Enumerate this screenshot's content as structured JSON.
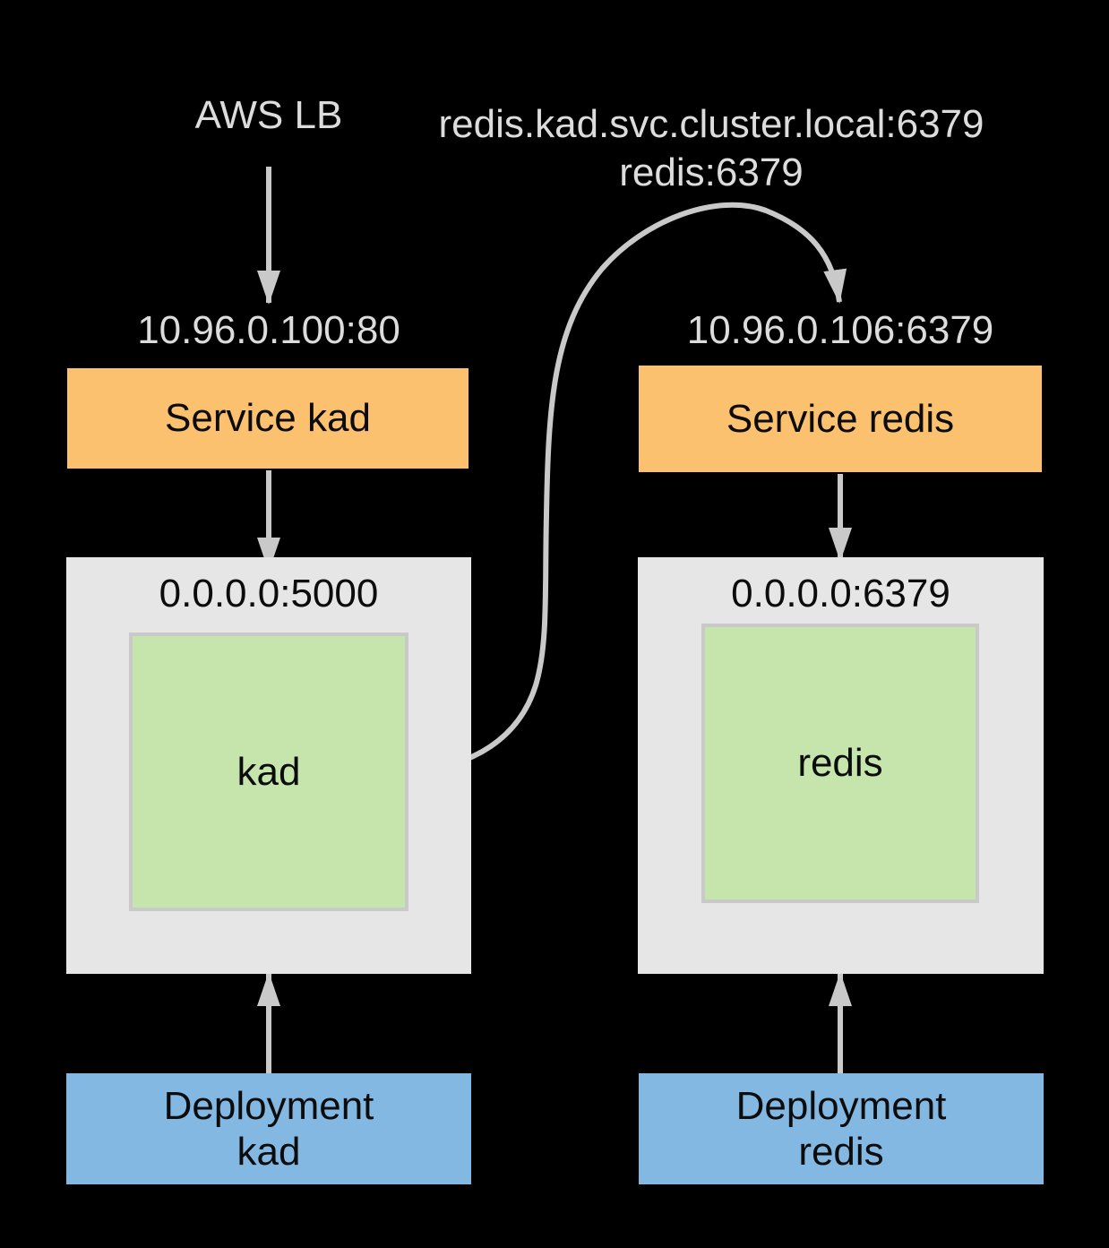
{
  "diagram": {
    "title_node": "AWS LB",
    "dns_label": {
      "line1": "redis.kad.svc.cluster.local:6379",
      "line2": "redis:6379"
    },
    "left_column": {
      "service_ip": "10.96.0.100:80",
      "service_label": "Service kad",
      "pod_bind": "0.0.0.0:5000",
      "container_label": "kad",
      "deployment_line1": "Deployment",
      "deployment_line2": "kad"
    },
    "right_column": {
      "service_ip": "10.96.0.106:6379",
      "service_label": "Service redis",
      "pod_bind": "0.0.0.0:6379",
      "container_label": "redis",
      "deployment_line1": "Deployment",
      "deployment_line2": "redis"
    },
    "colors": {
      "background": "#000000",
      "service_box": "#fbc16f",
      "deployment_box": "#82b8e2",
      "pod_box": "#e6e6e6",
      "container_box": "#c5e5ad",
      "container_border": "#c9c9c9",
      "arrow": "#c9c9c9",
      "light_text": "#dcdcdc",
      "dark_text": "#0c0c0c"
    }
  }
}
